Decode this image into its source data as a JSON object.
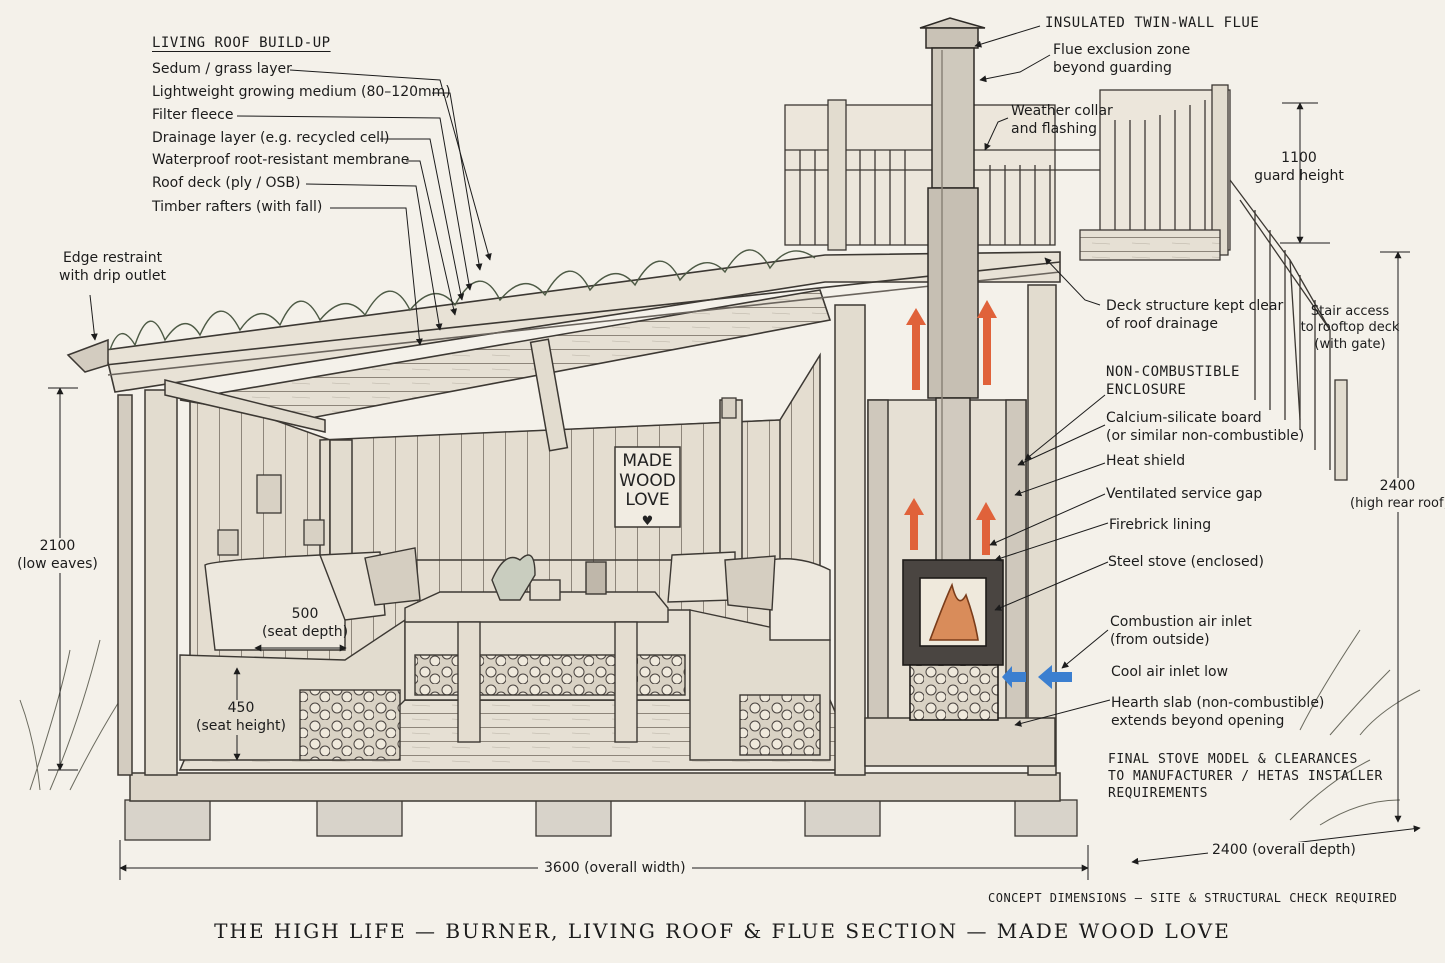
{
  "roof_buildup": {
    "heading": "LIVING ROOF BUILD-UP",
    "layers": [
      "Sedum / grass layer",
      "Lightweight growing medium (80–120mm)",
      "Filter fleece",
      "Drainage layer (e.g. recycled cell)",
      "Waterproof root-resistant membrane",
      "Roof deck (ply / OSB)",
      "Timber rafters (with fall)"
    ]
  },
  "edge_restraint": {
    "line1": "Edge restraint",
    "line2": "with drip outlet"
  },
  "flue": {
    "twin_wall": "INSULATED TWIN-WALL FLUE",
    "exclusion_line1": "Flue exclusion zone",
    "exclusion_line2": "beyond guarding",
    "collar_line1": "Weather collar",
    "collar_line2": "and flashing"
  },
  "guard": {
    "value": "1100",
    "label": "guard height"
  },
  "deck_drainage": {
    "line1": "Deck structure kept clear",
    "line2": "of roof drainage"
  },
  "stair": {
    "line1": "Stair access",
    "line2": "to rooftop deck",
    "line3": "(with gate)"
  },
  "enclosure": {
    "heading_line1": "NON-COMBUSTIBLE",
    "heading_line2": "ENCLOSURE",
    "calcium_line1": "Calcium-silicate board",
    "calcium_line2": "(or similar non-combustible)",
    "heat_shield": "Heat shield",
    "vent_gap": "Ventilated service gap",
    "firebrick": "Firebrick lining",
    "stove": "Steel stove (enclosed)",
    "combustion_line1": "Combustion air inlet",
    "combustion_line2": "(from outside)",
    "cool_air": "Cool air inlet low",
    "hearth_line1": "Hearth slab (non-combustible)",
    "hearth_line2": "extends beyond opening"
  },
  "final_note": {
    "line1": "FINAL STOVE MODEL & CLEARANCES",
    "line2": "TO MANUFACTURER / HETAS INSTALLER",
    "line3": "REQUIREMENTS"
  },
  "dimensions": {
    "high_rear_value": "2400",
    "high_rear_label": "(high rear roof)",
    "low_eaves_value": "2100",
    "low_eaves_label": "(low eaves)",
    "seat_depth_value": "500",
    "seat_depth_label": "(seat depth)",
    "seat_height_value": "450",
    "seat_height_label": "(seat height)",
    "overall_width": "3600 (overall width)",
    "overall_depth": "2400 (overall depth)"
  },
  "sign": {
    "line1": "MADE",
    "line2": "WOOD",
    "line3": "LOVE",
    "heart": "♥"
  },
  "concept_note": "CONCEPT DIMENSIONS — SITE & STRUCTURAL  CHECK REQUIRED",
  "title": "THE HIGH LIFE — BURNER, LIVING ROOF & FLUE SECTION — MADE WOOD LOVE",
  "colors": {
    "paper": "#f4f1ea",
    "ink": "#1c1c1c",
    "heat_arrow": "#e0623a",
    "cool_arrow": "#3b7fd0"
  }
}
